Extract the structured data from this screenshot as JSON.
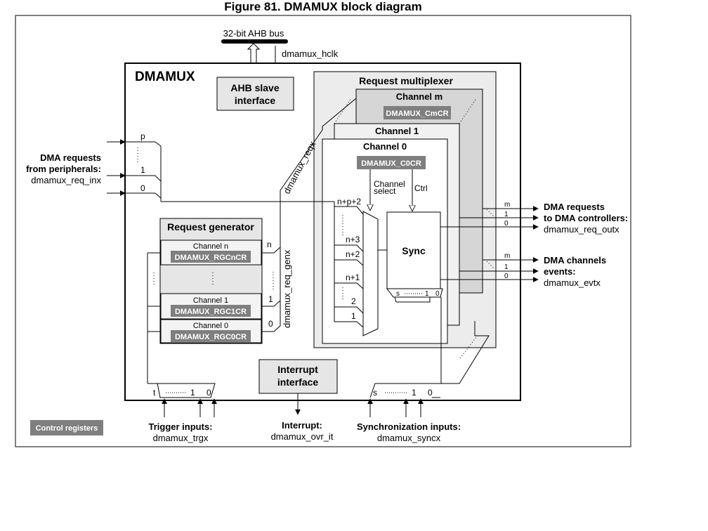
{
  "figure_title": "Figure 81. DMAMUX block diagram",
  "bus": {
    "label": "32-bit AHB bus",
    "clock": "dmamux_hclk"
  },
  "dmamux": {
    "title": "DMAMUX",
    "ahb_slave": [
      "AHB slave",
      "interface"
    ],
    "interrupt_interface": [
      "Interrupt",
      "interface"
    ]
  },
  "request_multiplexer": {
    "title": "Request multiplexer",
    "channel_m": {
      "label": "Channel m",
      "register": "DMAMUX_CmCR"
    },
    "channel_1": {
      "label": "Channel 1"
    },
    "channel_0": {
      "label": "Channel 0",
      "register": "DMAMUX_C0CR"
    },
    "channel_select": [
      "Channel",
      "select"
    ],
    "ctrl": "Ctrl",
    "sync": "Sync",
    "mux_inputs": [
      "n+p+2",
      "n+3",
      "n+2",
      "n+1",
      "2",
      "1"
    ],
    "sync_bottom": [
      "s",
      "1",
      "0"
    ],
    "req_signal": "dmamux_reqx"
  },
  "request_generator": {
    "title": "Request generator",
    "channels": [
      {
        "label": "Channel n",
        "register": "DMAMUX_RGCnCR"
      },
      {
        "label": "Channel 1",
        "register": "DMAMUX_RGC1CR"
      },
      {
        "label": "Channel 0",
        "register": "DMAMUX_RGC0CR"
      }
    ],
    "outputs": [
      "n",
      "1",
      "0"
    ],
    "bottom_labels": [
      "t",
      "1",
      "0"
    ],
    "gen_signal": "dmamux_req_genx"
  },
  "inputs": {
    "dma_requests": [
      "DMA requests",
      "from peripherals:",
      "dmamux_req_inx"
    ],
    "input_indexes": [
      "p",
      "1",
      "0"
    ],
    "sync_indexes": [
      "s",
      "1",
      "0"
    ]
  },
  "outputs": {
    "dma_requests": [
      "DMA requests",
      "to DMA controllers:",
      "dmamux_req_outx"
    ],
    "dma_req_indexes": [
      "m",
      "1",
      "0"
    ],
    "channel_events": [
      "DMA channels",
      "events:",
      "dmamux_evtx"
    ],
    "event_indexes": [
      "m",
      "1",
      "0"
    ]
  },
  "bottom_labels": {
    "trigger": [
      "Trigger inputs:",
      "dmamux_trgx"
    ],
    "interrupt": [
      "Interrupt:",
      "dmamux_ovr_it"
    ],
    "sync": [
      "Synchronization inputs:",
      "dmamux_syncx"
    ]
  },
  "legend": {
    "label": "Control registers"
  },
  "colors": {
    "register_fill": "#7f7f7f",
    "mux_panel": "#ececec",
    "channel_m_fill": "#d6d6d6",
    "channel_1_fill": "#f1f1f1",
    "box_gray": "#e6e6e6"
  }
}
